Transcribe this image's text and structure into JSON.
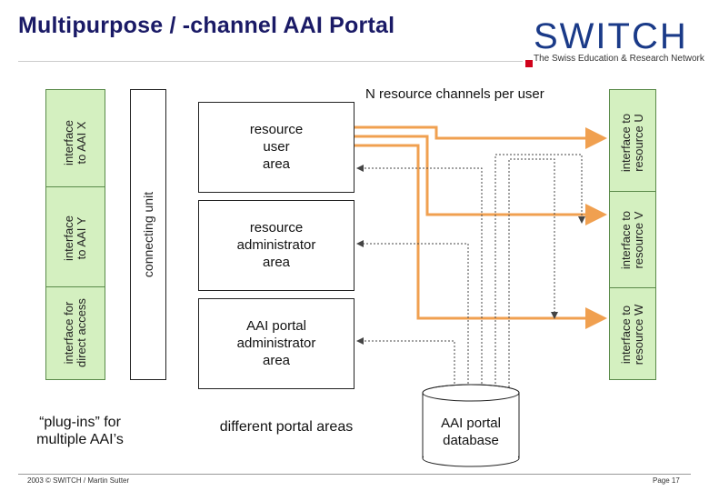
{
  "header": {
    "title": "Multipurpose / -channel AAI Portal",
    "logo_text": "SWITCH",
    "logo_tagline": "The Swiss Education & Research Network"
  },
  "diagram": {
    "channels_label": "N  resource channels per user",
    "left_interfaces": [
      {
        "text": "interface\nto AAI X"
      },
      {
        "text": "interface\nto AAI Y"
      },
      {
        "text": "interface for\ndirect access"
      }
    ],
    "connecting_unit": "connecting unit",
    "areas": [
      {
        "text": "resource\nuser\narea"
      },
      {
        "text": "resource\nadministrator\narea"
      },
      {
        "text": "AAI portal\nadministrator\narea"
      }
    ],
    "right_interfaces": [
      {
        "text": "interface to\nresource U"
      },
      {
        "text": "interface to\nresource V"
      },
      {
        "text": "interface to\nresource W"
      }
    ],
    "database_label": "AAI portal\ndatabase",
    "plugins_caption": "“plug-ins” for\nmultiple AAI’s",
    "areas_caption": "different portal areas"
  },
  "footer": {
    "copyright": "2003 © SWITCH / Martin Sutter",
    "page": "Page 17"
  },
  "colors": {
    "green_fill": "#d4f0c0",
    "arrow_orange": "#f0a050",
    "title_blue": "#1a1a66"
  }
}
